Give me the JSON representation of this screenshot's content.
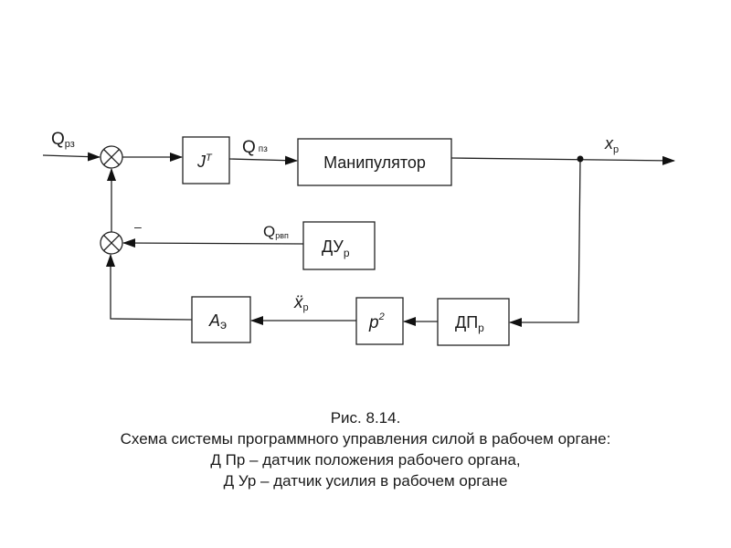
{
  "diagram": {
    "title": "Схема системы программного управления силой в рабочем органе",
    "blocks": {
      "jt": {
        "main": "J",
        "sup": "T"
      },
      "manipulator": {
        "label": "Манипулятор"
      },
      "dur": {
        "main": "ДУ",
        "sub": "р"
      },
      "ae": {
        "main": "А",
        "sub": "э"
      },
      "p2": {
        "main": "p",
        "sup": "2"
      },
      "dpr": {
        "main": "ДП",
        "sub": "р"
      }
    },
    "signals": {
      "q_rz": {
        "main": "Q",
        "sub": "рз"
      },
      "q_pz": {
        "main": "Q",
        "sub": "пз"
      },
      "x_r": {
        "main": "x",
        "sub": "р"
      },
      "q_rvp": {
        "main": "Q",
        "sub": "рвп"
      },
      "x_r_ddot": {
        "main": "ẍ",
        "sub": "р"
      },
      "minus_sign": "–"
    },
    "summing_junctions": [
      "summer-top",
      "summer-bottom"
    ]
  },
  "caption": {
    "line1": "Рис. 8.14.",
    "line2": "Схема системы программного управления силой в рабочем органе:",
    "line3": "Д Пр – датчик положения рабочего органа,",
    "line4": "Д Ур – датчик усилия в рабочем органе"
  }
}
